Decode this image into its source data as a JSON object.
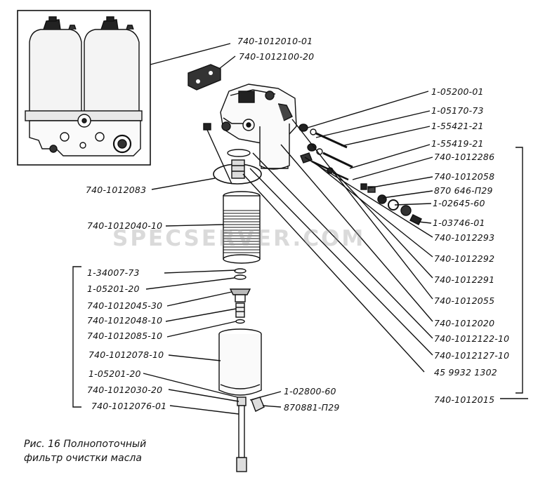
{
  "watermark": "SPECSERVER.COM",
  "caption": {
    "line1": "Рис. 16  Полнопоточный",
    "line2": "фильтр  очистки  масла"
  },
  "labels": {
    "l740_1012010_01": "740-1012010-01",
    "l740_1012100_20": "740-1012100-20",
    "l1_05200_01": "1-05200-01",
    "l1_05170_73": "1-05170-73",
    "l1_55421_21": "1-55421-21",
    "l1_55419_21": "1-55419-21",
    "l740_1012286": "740-1012286",
    "l740_1012058": "740-1012058",
    "l870_646_129": "870 646-П29",
    "l1_02645_60": "1-02645-60",
    "l1_03746_01": "1-03746-01",
    "l740_1012293": "740-1012293",
    "l740_1012292": "740-1012292",
    "l740_1012291": "740-1012291",
    "l740_1012055": "740-1012055",
    "l740_1012020": "740-1012020",
    "l740_1012122_10": "740-1012122-10",
    "l740_1012127_10": "740-1012127-10",
    "l45_9932_1302": "45 9932 1302",
    "l740_1012015": "740-1012015",
    "l740_1012083": "740-1012083",
    "l740_1012040_10": "740-1012040-10",
    "l1_34007_73": "1-34007-73",
    "l1_05201_20_a": "1-05201-20",
    "l740_1012045_30": "740-1012045-30",
    "l740_1012048_10": "740-1012048-10",
    "l740_1012085_10": "740-1012085-10",
    "l740_1012078_10": "740-1012078-10",
    "l1_05201_20_b": "1-05201-20",
    "l740_1012030_20": "740-1012030-20",
    "l740_1012076_01": "740-1012076-01",
    "l1_02800_60": "1-02800-60",
    "l870881_129": "870881-П29"
  }
}
